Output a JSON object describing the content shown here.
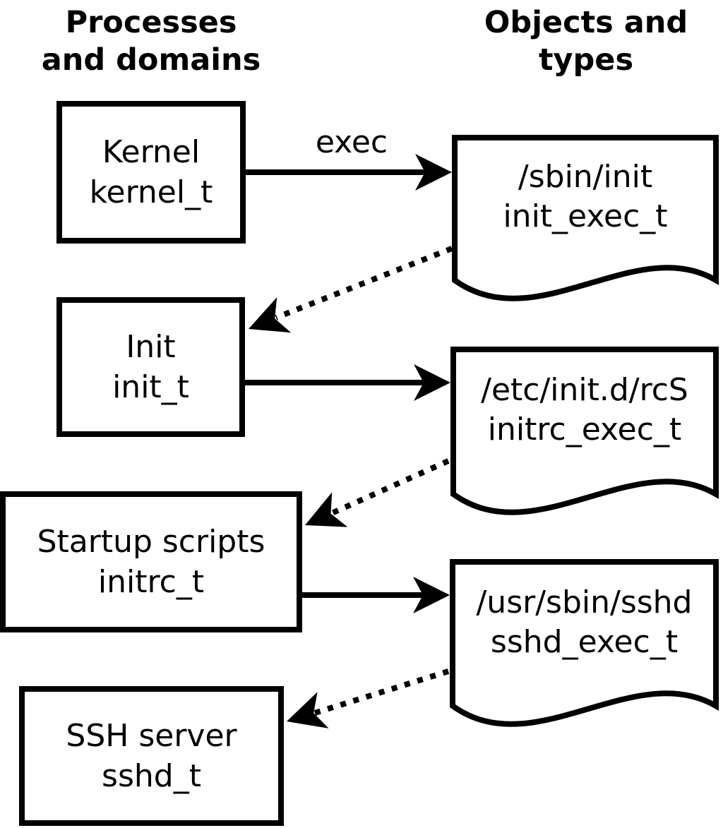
{
  "headers": {
    "left": {
      "line1": "Processes",
      "line2": "and domains"
    },
    "right": {
      "line1": "Objects and",
      "line2": "types"
    }
  },
  "processes": [
    {
      "label": "Kernel",
      "domain": "kernel_t"
    },
    {
      "label": "Init",
      "domain": "init_t"
    },
    {
      "label": "Startup scripts",
      "domain": "initrc_t"
    },
    {
      "label": "SSH server",
      "domain": "sshd_t"
    }
  ],
  "objects": [
    {
      "path": "/sbin/init",
      "type": "init_exec_t"
    },
    {
      "path": "/etc/init.d/rcS",
      "type": "initrc_exec_t"
    },
    {
      "path": "/usr/sbin/sshd",
      "type": "sshd_exec_t"
    }
  ],
  "edges": {
    "exec_label": "exec",
    "solid": [
      {
        "from": "kernel_t",
        "to": "init_exec_t",
        "style": "solid",
        "label": "exec"
      },
      {
        "from": "init_t",
        "to": "initrc_exec_t",
        "style": "solid",
        "label": ""
      },
      {
        "from": "initrc_t",
        "to": "sshd_exec_t",
        "style": "solid",
        "label": ""
      }
    ],
    "dotted": [
      {
        "from": "init_exec_t",
        "to": "init_t",
        "style": "dotted"
      },
      {
        "from": "initrc_exec_t",
        "to": "initrc_t",
        "style": "dotted"
      },
      {
        "from": "sshd_exec_t",
        "to": "sshd_t",
        "style": "dotted"
      }
    ]
  },
  "colors": {
    "line": "#000000",
    "fill": "#ffffff"
  }
}
